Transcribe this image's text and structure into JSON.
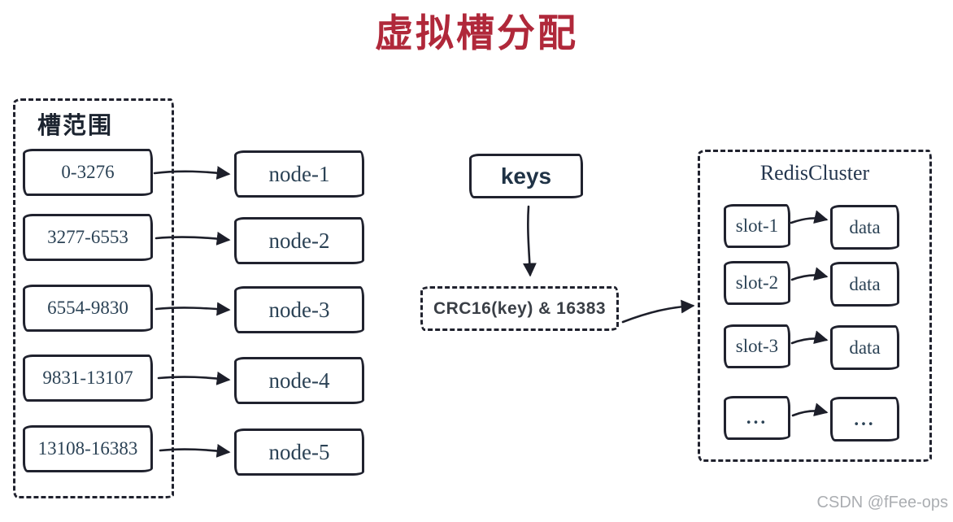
{
  "title": "虚拟槽分配",
  "watermark": "CSDN @fFee-ops",
  "colors": {
    "title_red": "#B0283A",
    "ink": "#20222E",
    "text_navy": "#2B4255",
    "watermark_gray": "#ABAEB2"
  },
  "slot_range_panel": {
    "label": "槽范围",
    "ranges": [
      "0-3276",
      "3277-6553",
      "6554-9830",
      "9831-13107",
      "13108-16383"
    ]
  },
  "nodes": [
    "node-1",
    "node-2",
    "node-3",
    "node-4",
    "node-5"
  ],
  "hash_flow": {
    "keys_label": "keys",
    "formula": "CRC16(key) & 16383"
  },
  "redis_cluster": {
    "label": "RedisCluster",
    "slots": [
      "slot-1",
      "slot-2",
      "slot-3",
      "..."
    ],
    "data_items": [
      "data",
      "data",
      "data",
      "..."
    ]
  }
}
